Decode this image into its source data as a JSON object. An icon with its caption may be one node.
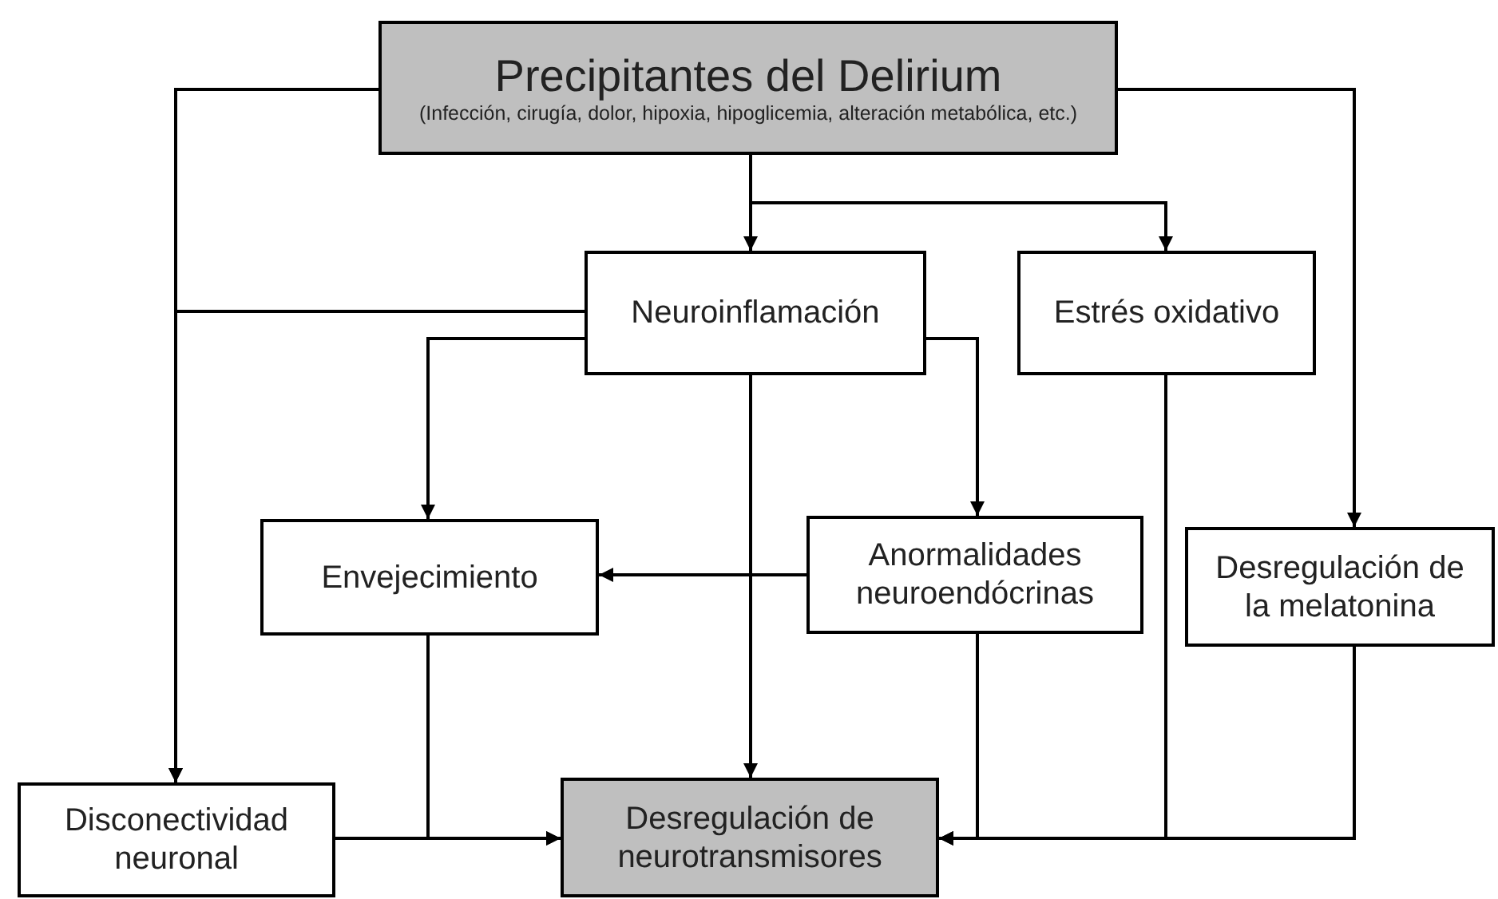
{
  "diagram": {
    "nodes": [
      {
        "text": [
          "Precipitantes del Delirium",
          "(Infección, cirugía, dolor, hipoxia, hipoglicemia, alteración metabólica, etc.)"
        ]
      },
      {
        "text": [
          "Neuroinflamación"
        ]
      },
      {
        "text": [
          "Estrés oxidativo"
        ]
      },
      {
        "text": [
          "Envejecimiento"
        ]
      },
      {
        "text": [
          "Anormalidades neuroendócrinas"
        ]
      },
      {
        "text": [
          "Desregulación de la melatonina"
        ]
      },
      {
        "text": [
          "Disconectividad neuronal"
        ]
      },
      {
        "text": [
          "Desregulación de neurotransmisores"
        ]
      }
    ],
    "edges": [
      {
        "from": 0,
        "to": 1,
        "arrow": "to"
      },
      {
        "from": 0,
        "to": 2,
        "arrow": "to"
      },
      {
        "from": 0,
        "to": 5,
        "arrow": "to"
      },
      {
        "from": 0,
        "to": 6,
        "arrow": "to"
      },
      {
        "from": 1,
        "to": 6,
        "arrow": "to"
      },
      {
        "from": 1,
        "to": 3,
        "arrow": "to"
      },
      {
        "from": 1,
        "to": 4,
        "arrow": "to"
      },
      {
        "from": 1,
        "to": 7,
        "arrow": "to"
      },
      {
        "from": 4,
        "to": 3,
        "arrow": "to"
      },
      {
        "from": 3,
        "to": 7,
        "arrow": "to"
      },
      {
        "from": 4,
        "to": 7,
        "arrow": "to"
      },
      {
        "from": 2,
        "to": 7,
        "arrow": "to"
      },
      {
        "from": 5,
        "to": 7,
        "arrow": "to"
      },
      {
        "from": 6,
        "to": 7,
        "arrow": "to"
      }
    ]
  }
}
